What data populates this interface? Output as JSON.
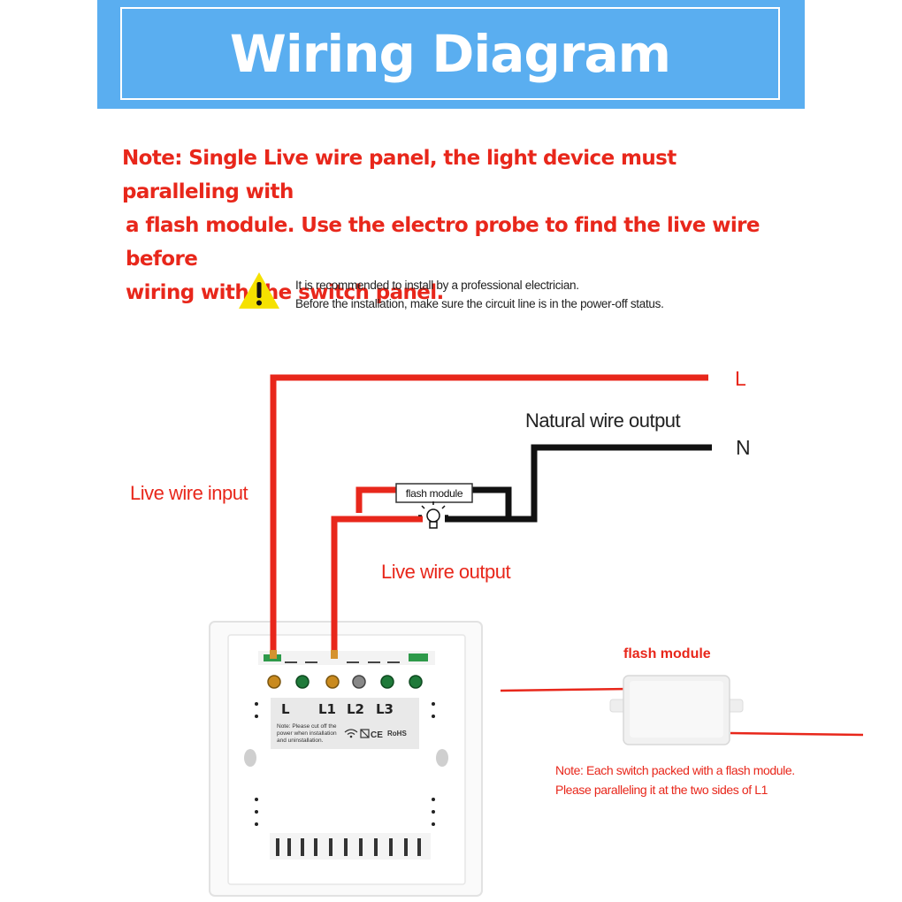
{
  "header": {
    "title": "Wiring Diagram"
  },
  "note": {
    "line1": "Note: Single Live wire panel, the light device must paralleling with",
    "line2": "a flash module. Use the electro probe to find the live wire before",
    "line3": "wiring with the switch panel."
  },
  "warning": {
    "icon": "warning-triangle-icon",
    "line1": "It is recommended to install by a professional electrician.",
    "line2": "Before the installation, make sure the circuit line is in the power-off status."
  },
  "diagram": {
    "label_L": "L",
    "label_N": "N",
    "natural_wire": "Natural wire output",
    "live_input": "Live wire input",
    "live_output": "Live wire output",
    "flash_module_box": "flash module",
    "panel": {
      "t_L": "L",
      "t_L1": "L1",
      "t_L2": "L2",
      "t_L3": "L3",
      "small_note": "Note: Please cut off the power when installation and uninstallation."
    },
    "colors": {
      "wire_red": "#e8271b",
      "wire_black": "#111111",
      "banner": "#5aaef0"
    }
  },
  "flash_module_side": {
    "title": "flash module",
    "note1": "Note: Each switch packed with a flash module.",
    "note2": "Please paralleling it at the two sides of L1"
  }
}
